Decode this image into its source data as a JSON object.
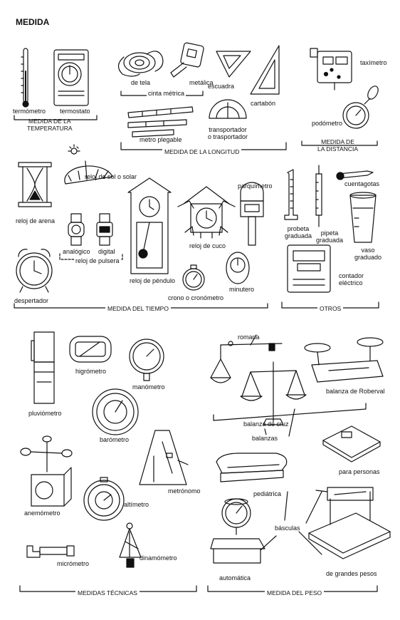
{
  "title": "MEDIDA",
  "sections": {
    "temperatura": "MEDIDA DE LA\nTEMPERATURA",
    "longitud": "MEDIDA DE LA LONGITUD",
    "distancia": "MEDIDA DE\nLA DISTANCIA",
    "tiempo": "MEDIDA DEL TIEMPO",
    "otros": "OTROS",
    "tecnicas": "MEDIDAS TÉCNICAS",
    "peso": "MEDIDA DEL PESO"
  },
  "labels": {
    "termometro": "termómetro",
    "termostato": "termostato",
    "de_tela": "de tela",
    "metalica": "metálica",
    "cinta_metrica": "cinta métrica",
    "escuadra": "escuadra",
    "cartabon": "cartabón",
    "metro_plegable": "metro plegable",
    "transportador": "transportador\no trasportador",
    "taximetro": "taxímetro",
    "podometro": "podómetro",
    "reloj_arena": "reloj de arena",
    "reloj_sol": "reloj de sol o solar",
    "analogico": "analógico",
    "digital": "digital",
    "reloj_pulsera": "reloj de pulsera",
    "despertador": "despertador",
    "reloj_pendulo": "reloj de péndulo",
    "parquimetro": "parquímetro",
    "reloj_cuco": "reloj de cuco",
    "crono": "crono o cronómetro",
    "minutero": "minutero",
    "probeta": "probeta\ngraduada",
    "pipeta": "pipeta\ngraduada",
    "cuentagotas": "cuentagotas",
    "vaso": "vaso\ngraduado",
    "contador": "contador\neléctrico",
    "pluviometro": "pluviómetro",
    "higrometro": "higrómetro",
    "manometro": "manómetro",
    "barometro": "barómetro",
    "anemometro": "anemómetro",
    "altimetro": "altímetro",
    "metronomo": "metrónomo",
    "micrometro": "micrómetro",
    "dinamometro": "dinamómetro",
    "romana": "romana",
    "balanza_cruz": "balanza de cruz",
    "balanzas": "balanzas",
    "balanza_roberval": "balanza de Roberval",
    "para_personas": "para personas",
    "pediatrica": "pediátrica",
    "basculas": "básculas",
    "automatica": "automática",
    "grandes_pesos": "de grandes pesos"
  }
}
